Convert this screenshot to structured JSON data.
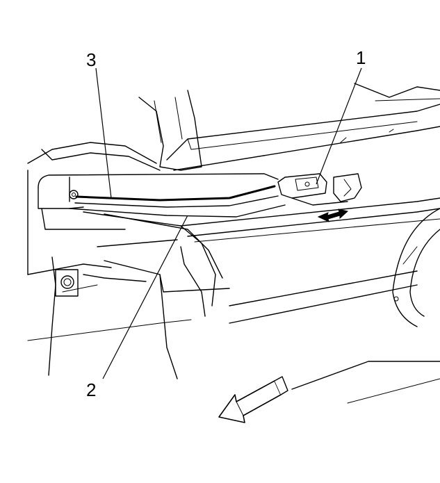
{
  "callouts": [
    {
      "id": "callout-1",
      "label": "1"
    },
    {
      "id": "callout-2",
      "label": "2"
    },
    {
      "id": "callout-3",
      "label": "3"
    }
  ],
  "colors": {
    "line": "#000000",
    "background": "#ffffff"
  }
}
